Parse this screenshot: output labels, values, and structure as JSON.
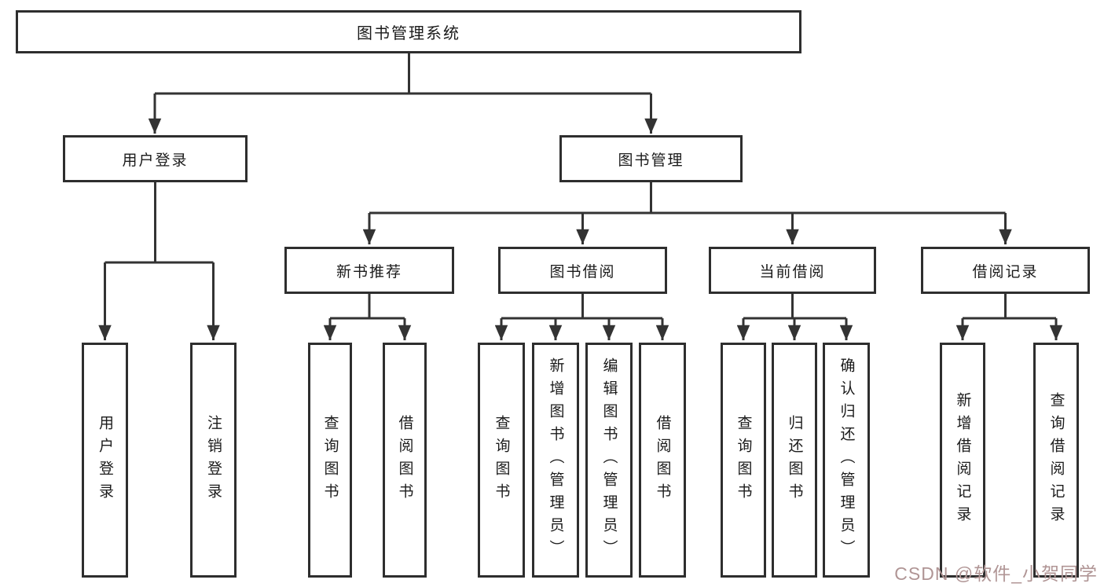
{
  "diagram": {
    "type": "tree",
    "title": "图书管理系统"
  },
  "root": {
    "label": "图书管理系统"
  },
  "level2": [
    {
      "id": "user-login",
      "label": "用户登录"
    },
    {
      "id": "book-management",
      "label": "图书管理"
    }
  ],
  "level3": [
    {
      "id": "new-book-recommend",
      "label": "新书推荐",
      "parent": "图书管理"
    },
    {
      "id": "book-borrowing",
      "label": "图书借阅",
      "parent": "图书管理"
    },
    {
      "id": "current-borrowing",
      "label": "当前借阅",
      "parent": "图书管理"
    },
    {
      "id": "borrowing-records",
      "label": "借阅记录",
      "parent": "图书管理"
    }
  ],
  "leaves": [
    {
      "label": "用户登录",
      "parent": "用户登录"
    },
    {
      "label": "注销登录",
      "parent": "用户登录"
    },
    {
      "label": "查询图书",
      "parent": "新书推荐"
    },
    {
      "label": "借阅图书",
      "parent": "新书推荐"
    },
    {
      "label": "查询图书",
      "parent": "图书借阅"
    },
    {
      "label": "新增图书（管理员）",
      "parent": "图书借阅"
    },
    {
      "label": "编辑图书（管理员）",
      "parent": "图书借阅"
    },
    {
      "label": "借阅图书",
      "parent": "图书借阅"
    },
    {
      "label": "查询图书",
      "parent": "当前借阅"
    },
    {
      "label": "归还图书",
      "parent": "当前借阅"
    },
    {
      "label": "确认归还（管理员）",
      "parent": "当前借阅"
    },
    {
      "label": "新增借阅记录",
      "parent": "借阅记录"
    },
    {
      "label": "查询借阅记录",
      "parent": "借阅记录"
    }
  ],
  "watermark": {
    "text": "CSDN @软件_小贺同学"
  },
  "colors": {
    "line": "#333333",
    "box_border": "#2e2e2e",
    "text": "#1b1b1b",
    "background": "#ffffff",
    "watermark": "#b09595"
  }
}
